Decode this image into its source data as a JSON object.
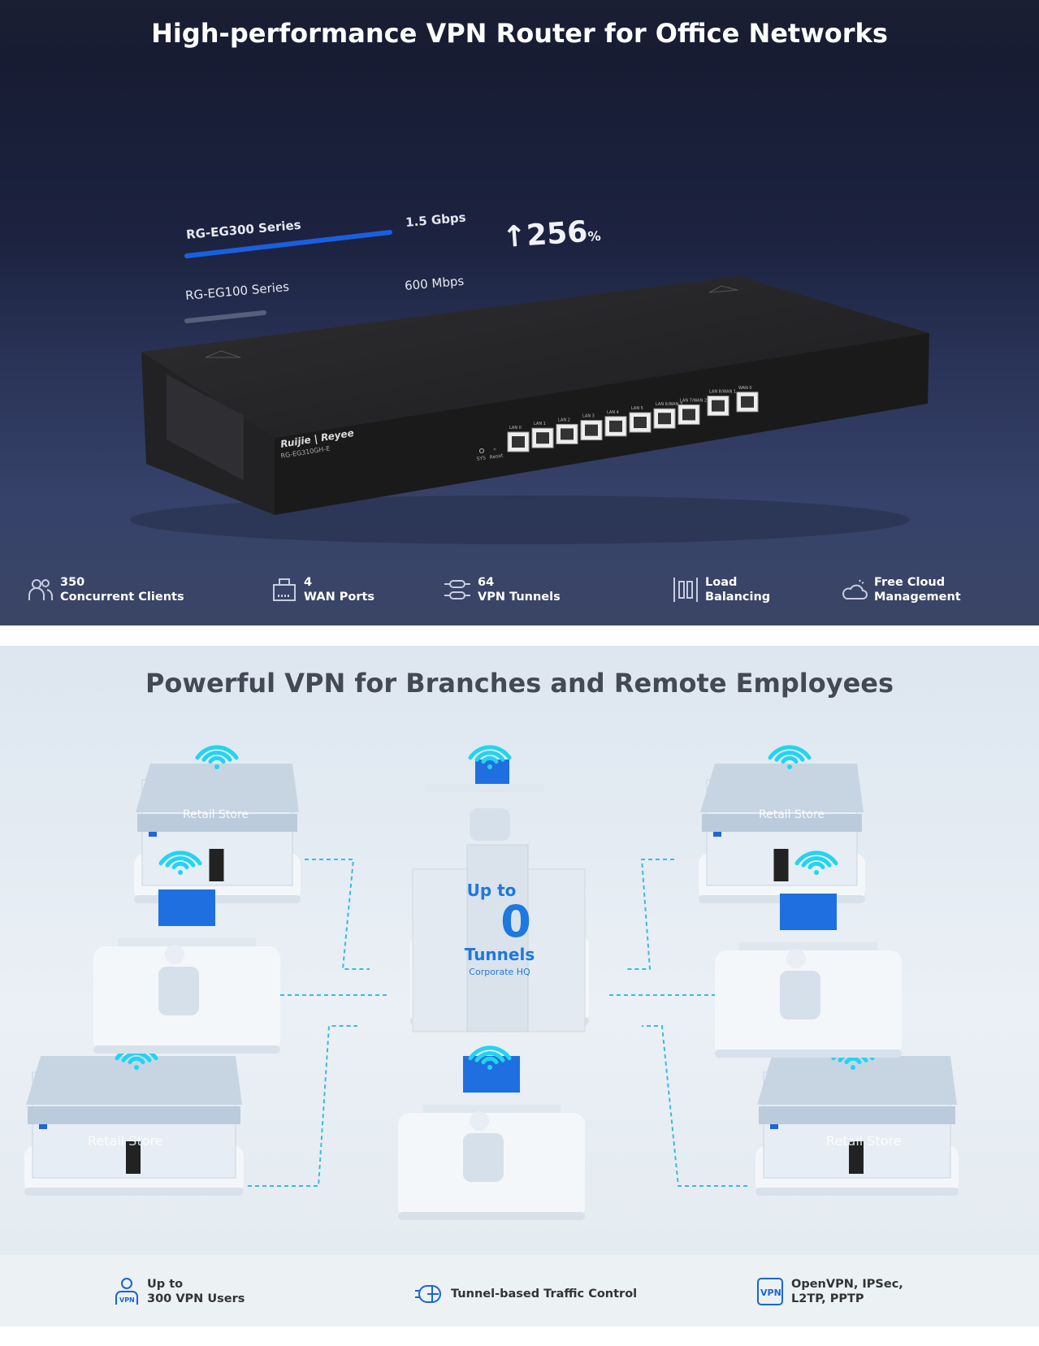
{
  "hero": {
    "title": "High-performance VPN Router for Office Networks",
    "comparison": {
      "top_model": "RG-EG300 Series",
      "top_speed": "1.5 Gbps",
      "bottom_model": "RG-EG100 Series",
      "bottom_speed": "600 Mbps",
      "increase": "256",
      "increase_unit": "%",
      "accent": "#1a5fe0"
    },
    "device": {
      "brand": "Ruijie | Reyee",
      "model": "RG-EG310GH-E",
      "ports": [
        "LAN 0",
        "LAN 1",
        "LAN 2",
        "LAN 3",
        "LAN 4",
        "LAN 5",
        "LAN 6/WAN 3",
        "LAN 7/WAN 2",
        "LAN 8/WAN 1",
        "WAN 0"
      ],
      "buttons": [
        "SYS",
        "Reset"
      ]
    },
    "features": [
      {
        "icon": "users-icon",
        "value": "350",
        "label": "Concurrent Clients"
      },
      {
        "icon": "port-icon",
        "value": "4",
        "label": "WAN Ports"
      },
      {
        "icon": "tunnel-icon",
        "value": "64",
        "label": "VPN Tunnels"
      },
      {
        "icon": "load-balancing-icon",
        "value": "Load",
        "label": "Balancing"
      },
      {
        "icon": "cloud-icon",
        "value": "Free Cloud",
        "label": "Management"
      }
    ]
  },
  "vpn": {
    "title": "Powerful VPN for Branches and Remote Employees",
    "store_label": "Retail Store",
    "hq": {
      "line1": "Up to",
      "number": "0",
      "line2": "Tunnels",
      "caption": "Corporate HQ"
    },
    "features": [
      {
        "icon": "vpn-user-icon",
        "line1": "Up to",
        "line2": "300 VPN Users"
      },
      {
        "icon": "tunnel-traffic-icon",
        "line1": "Tunnel-based Traffic Control",
        "line2": ""
      },
      {
        "icon": "vpn-badge-icon",
        "line1": "OpenVPN, IPSec,",
        "line2": "L2TP, PPTP"
      }
    ]
  }
}
